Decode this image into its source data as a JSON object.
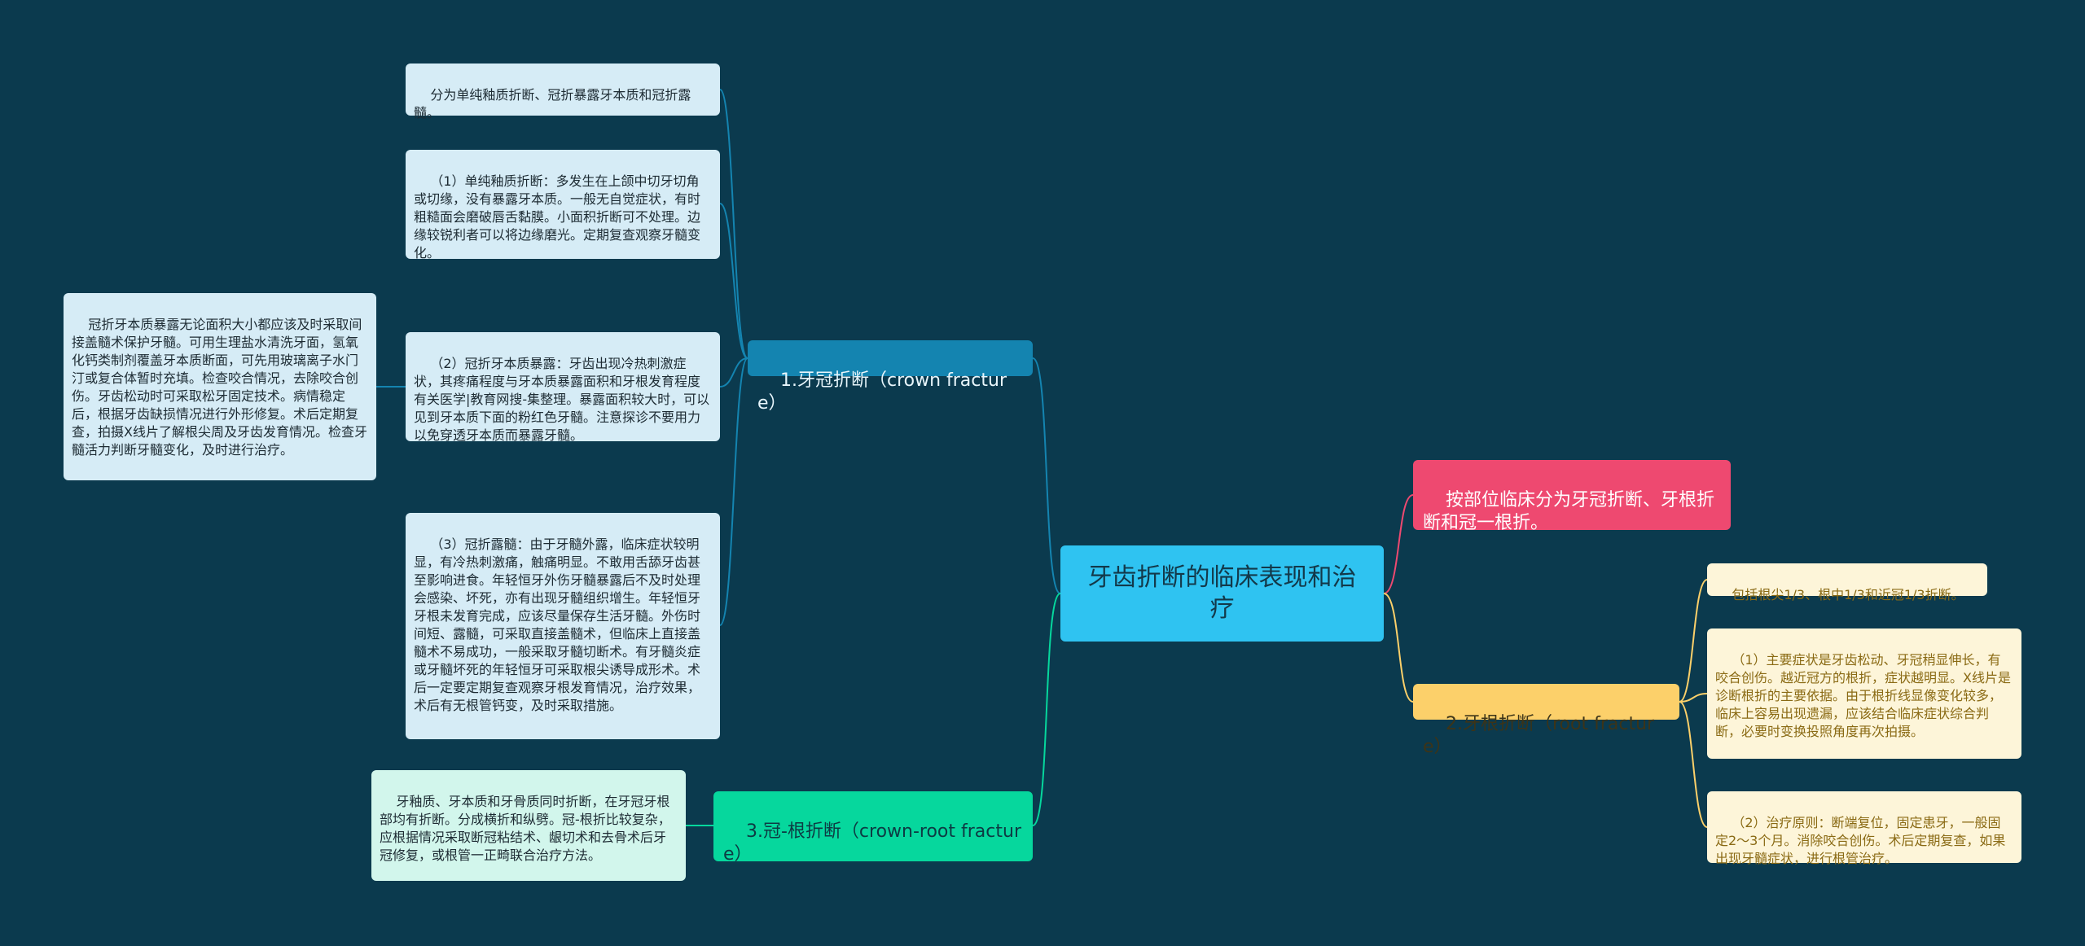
{
  "root": {
    "label": "牙齿折断的临床表现和治疗"
  },
  "branches": {
    "crown": {
      "label": "1.牙冠折断（crown fracture）",
      "color": "#1484b0",
      "leaves": [
        "分为单纯釉质折断、冠折暴露牙本质和冠折露髓。",
        "（1）单纯釉质折断：多发生在上颌中切牙切角或切缘，没有暴露牙本质。一般无自觉症状，有时粗糙面会磨破唇舌黏膜。小面积折断可不处理。边缘较锐利者可以将边缘磨光。定期复查观察牙髓变化。",
        "（2）冠折牙本质暴露：牙齿出现冷热刺激症状，其疼痛程度与牙本质暴露面积和牙根发育程度有关医学|教育网搜-集整理。暴露面积较大时，可以见到牙本质下面的粉红色牙髓。注意探诊不要用力以免穿透牙本质而暴露牙髓。",
        "（3）冠折露髓：由于牙髓外露，临床症状较明显，有冷热刺激痛，触痛明显。不敢用舌舔牙齿甚至影响进食。年轻恒牙外伤牙髓暴露后不及时处理会感染、坏死，亦有出现牙髓组织增生。年轻恒牙牙根未发育完成，应该尽量保存生活牙髓。外伤时间短、露髓，可采取直接盖髓术，但临床上直接盖髓术不易成功，一般采取牙髓切断术。有牙髓炎症或牙髓坏死的年轻恒牙可采取根尖诱导成形术。术后一定要定期复查观察牙根发育情况，治疗效果，术后有无根管钙变，及时采取措施。"
      ],
      "subleaf": "冠折牙本质暴露无论面积大小都应该及时采取间接盖髓术保护牙髓。可用生理盐水清洗牙面，氢氧化钙类制剂覆盖牙本质断面，可先用玻璃离子水门汀或复合体暂时充填。检查咬合情况，去除咬合创伤。牙齿松动时可采取松牙固定技术。病情稳定后，根据牙齿缺损情况进行外形修复。术后定期复查，拍摄X线片了解根尖周及牙齿发育情况。检查牙髓活力判断牙髓变化，及时进行治疗。"
    },
    "crownroot": {
      "label": "3.冠-根折断（crown-root fracture）",
      "color": "#06d79d",
      "leaves": [
        "牙釉质、牙本质和牙骨质同时折断，在牙冠牙根部均有折断。分成横折和纵劈。冠-根折比较复杂，应根据情况采取断冠粘结术、龈切术和去骨术后牙冠修复，或根管一正畸联合治疗方法。"
      ]
    },
    "classification": {
      "label": "按部位临床分为牙冠折断、牙根折断和冠一根折。",
      "color": "#ee4970"
    },
    "root": {
      "label": "2.牙根折断（root fracture）",
      "color": "#fcd06a",
      "leaves": [
        "包括根尖1/3、根中1/3和近冠1/3折断。",
        "（1）主要症状是牙齿松动、牙冠稍显伸长，有咬合创伤。越近冠方的根折，症状越明显。X线片是诊断根折的主要依据。由于根折线显像变化较多，临床上容易出现遗漏，应该结合临床症状综合判断，必要时变换投照角度再次拍摄。",
        "（2）治疗原则：断端复位，固定患牙，一般固定2～3个月。消除咬合创伤。术后定期复查，如果出现牙髓症状，进行根管治疗。"
      ]
    }
  }
}
